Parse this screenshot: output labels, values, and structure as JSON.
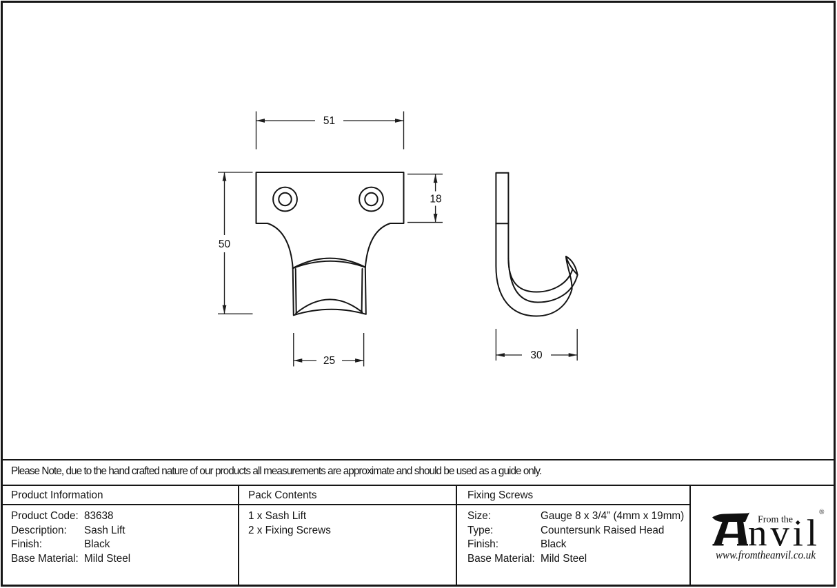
{
  "drawing": {
    "front_view": {
      "dim_top_width": "51",
      "dim_total_height": "50",
      "dim_plate_height": "18",
      "dim_stem_width": "25"
    },
    "side_view": {
      "dim_depth": "30"
    }
  },
  "note": {
    "text": "Please Note, due to the hand crafted nature of our products all measurements are approximate and should be used as a guide only."
  },
  "table": {
    "product_information": {
      "title": "Product Information",
      "rows": [
        {
          "label": "Product Code:",
          "value": "83638"
        },
        {
          "label": "Description:",
          "value": "Sash Lift"
        },
        {
          "label": "Finish:",
          "value": "Black"
        },
        {
          "label": "Base Material:",
          "value": "Mild Steel"
        }
      ]
    },
    "pack_contents": {
      "title": "Pack Contents",
      "items": [
        "1 x Sash Lift",
        "2 x Fixing Screws"
      ]
    },
    "fixing_screws": {
      "title": "Fixing Screws",
      "rows": [
        {
          "label": "Size:",
          "value": "Gauge 8 x 3/4” (4mm x 19mm)"
        },
        {
          "label": "Type:",
          "value": "Countersunk Raised Head"
        },
        {
          "label": "Finish:",
          "value": "Black"
        },
        {
          "label": "Base Material:",
          "value": "Mild Steel"
        }
      ]
    }
  },
  "brand": {
    "tagline": "From the",
    "name_rest": "nvıl",
    "diamond": "◆",
    "registered": "®",
    "website": "www.fromtheanvil.co.uk"
  }
}
